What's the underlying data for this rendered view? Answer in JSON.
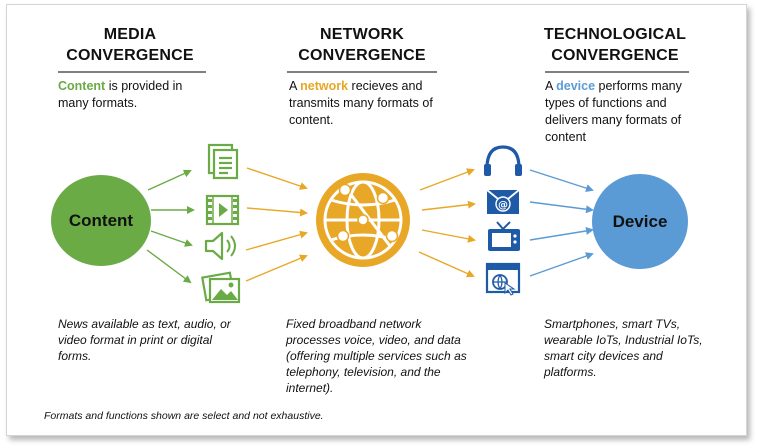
{
  "media": {
    "title_line1": "MEDIA",
    "title_line2": "CONVERGENCE",
    "desc_highlight": "Content",
    "desc_rest": " is provided in many formats.",
    "circle_label": "Content",
    "footer": "News available as text, audio, or video format in print or digital forms.",
    "icons": [
      "documents-icon",
      "video-icon",
      "audio-icon",
      "images-icon"
    ]
  },
  "network": {
    "title_line1": "NETWORK",
    "title_line2": "CONVERGENCE",
    "desc_pre": "A ",
    "desc_highlight": "network",
    "desc_rest": " recieves and transmits many formats of content.",
    "footer": "Fixed broadband network processes voice, video, and data (offering multiple services such as telephony, television, and the internet)."
  },
  "tech": {
    "title_line1": "TECHNOLOGICAL",
    "title_line2": "CONVERGENCE",
    "desc_pre": "A ",
    "desc_highlight": "device",
    "desc_rest": " performs many types of functions and delivers many formats of content",
    "circle_label": "Device",
    "footer": "Smartphones, smart TVs, wearable IoTs, Industrial IoTs, smart city devices and platforms.",
    "icons": [
      "headphones-icon",
      "email-icon",
      "tv-icon",
      "web-browser-icon"
    ]
  },
  "footnote": "Formats and functions shown are select and not exhaustive.",
  "colors": {
    "green": "#6aab45",
    "gold": "#e8a727",
    "blue": "#5b9bd5",
    "navy": "#1f5aa6"
  }
}
